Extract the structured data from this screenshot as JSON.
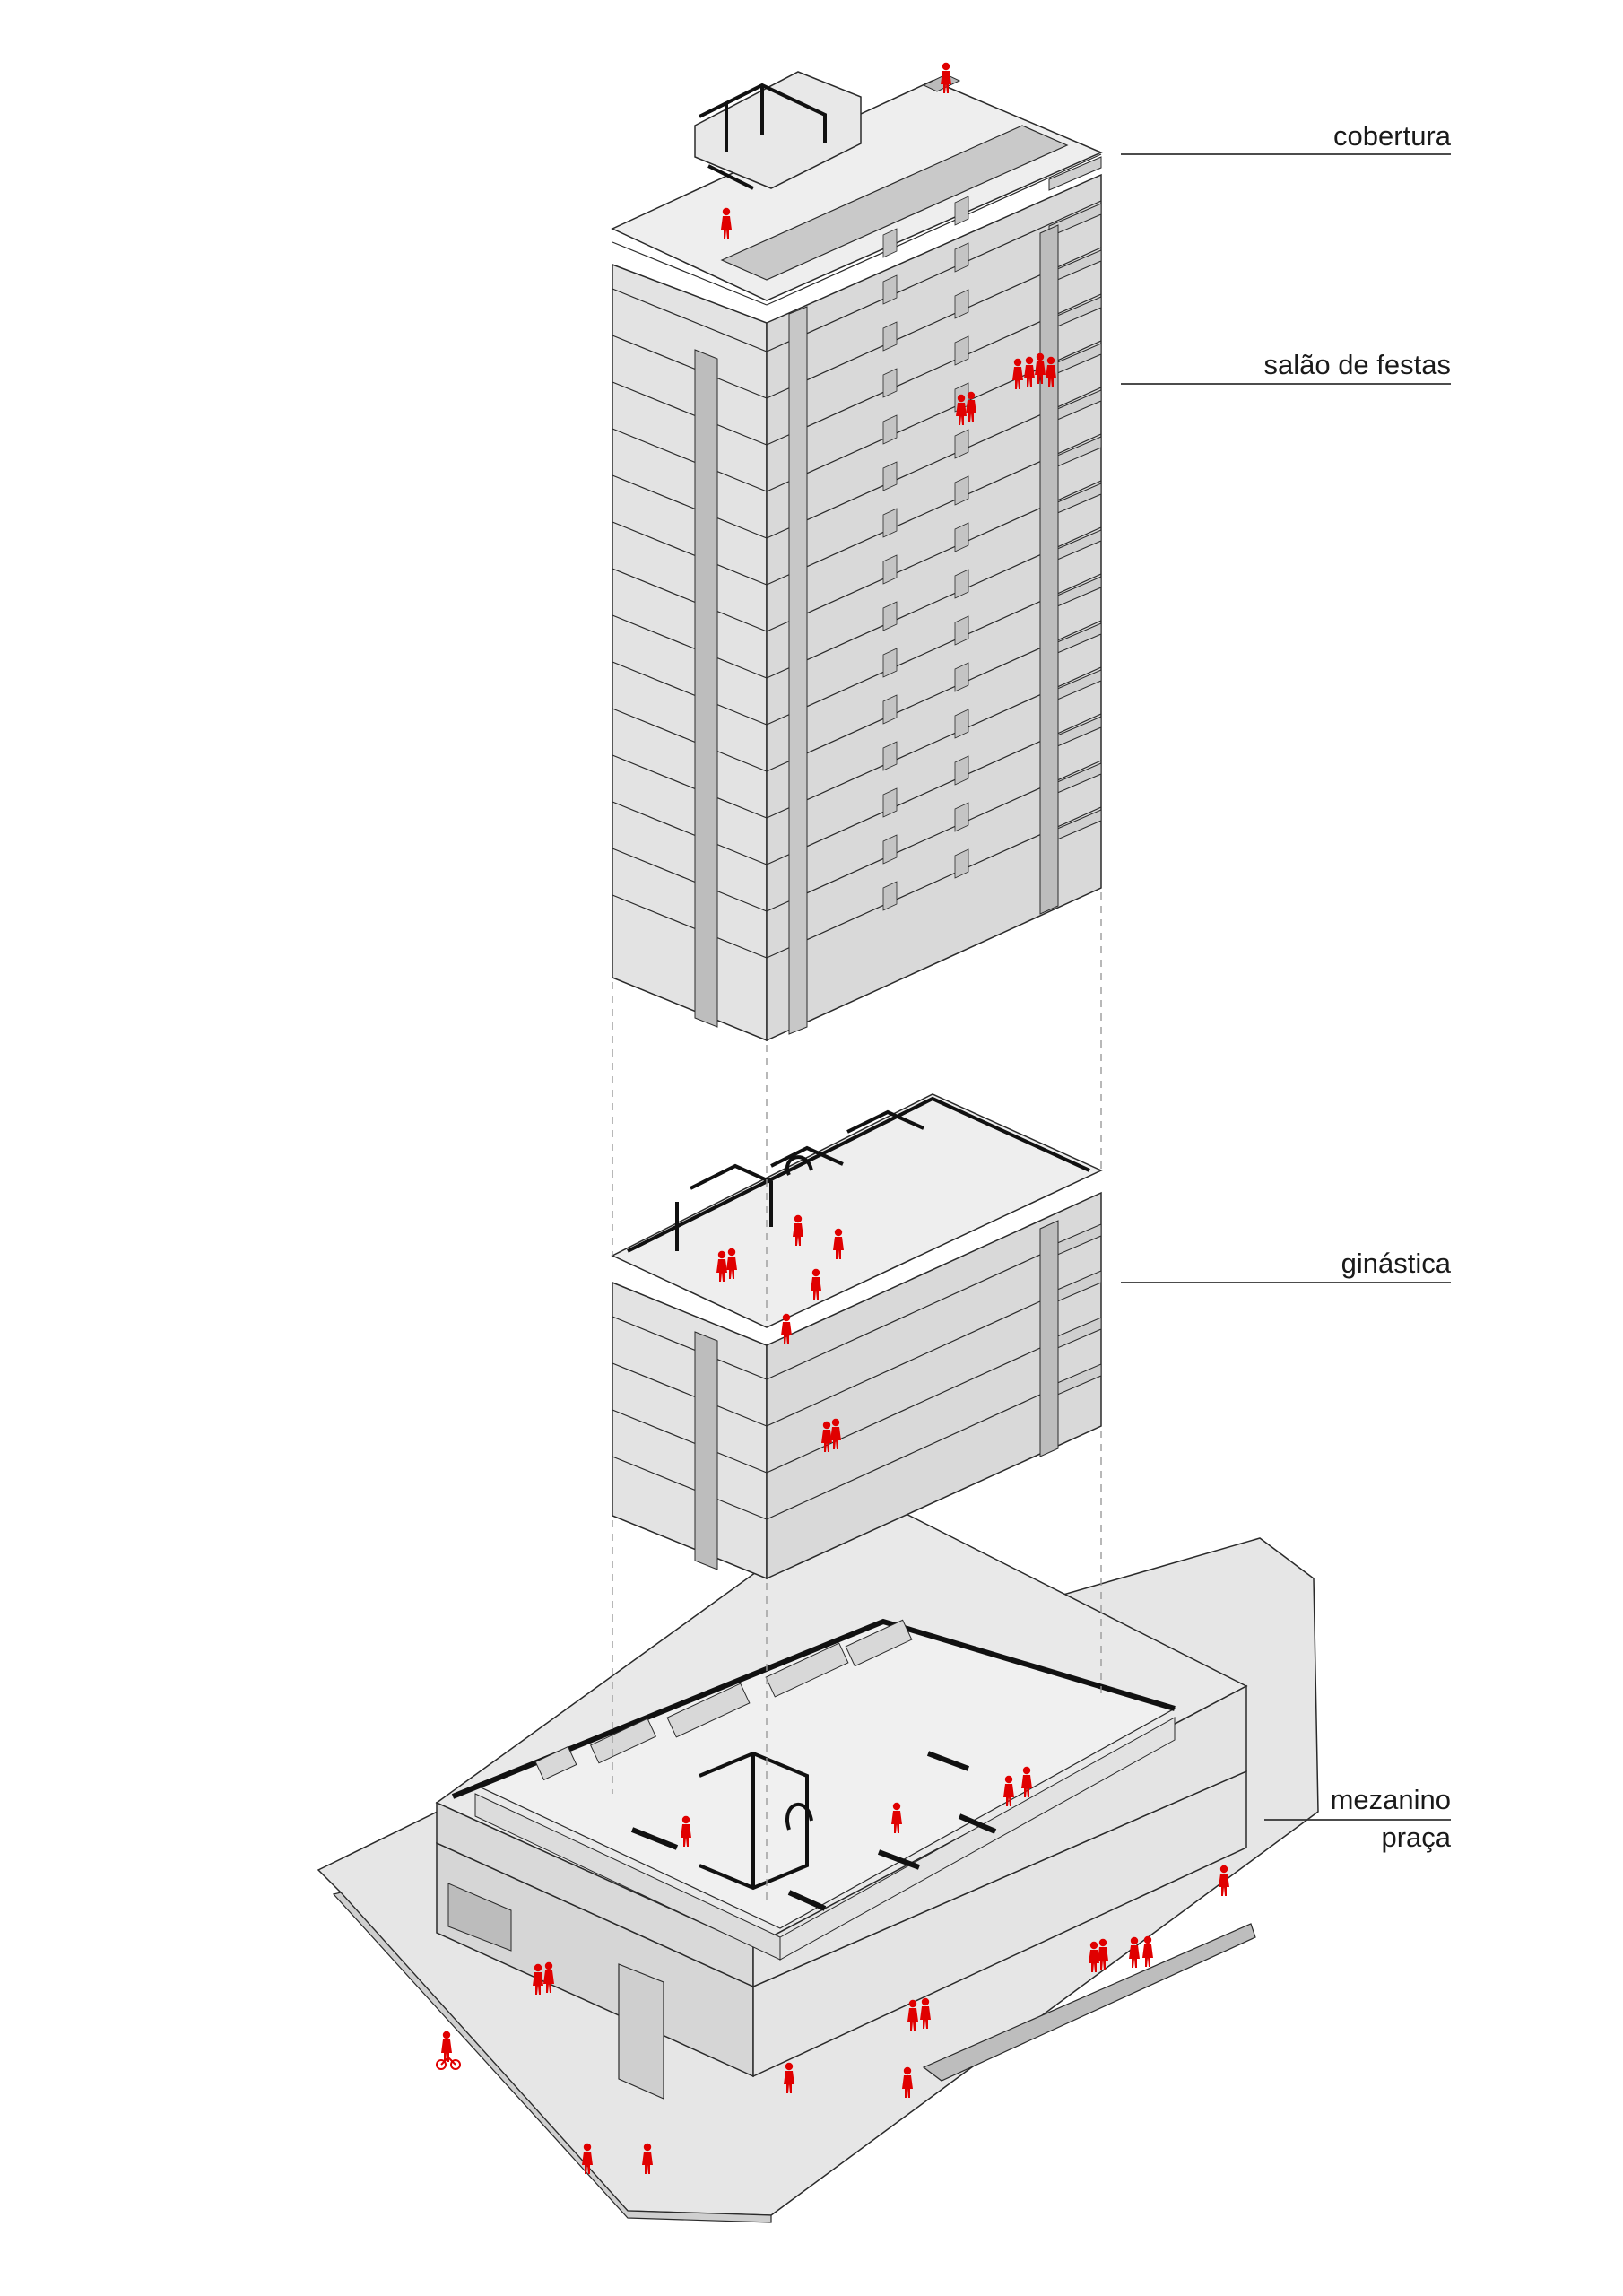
{
  "labels": {
    "cobertura": "cobertura",
    "salao": "salão de festas",
    "ginastica": "ginástica",
    "mezanino": "mezanino",
    "praca": "praça"
  },
  "colors": {
    "background": "#ffffff",
    "wall_face": "#e2e2e2",
    "top_face": "#ececec",
    "shadow_face": "#d2d2d2",
    "line": "#2a2a2a",
    "people": "#e00000",
    "leader": "#333333",
    "projection_dash": "#9a9a9a"
  }
}
